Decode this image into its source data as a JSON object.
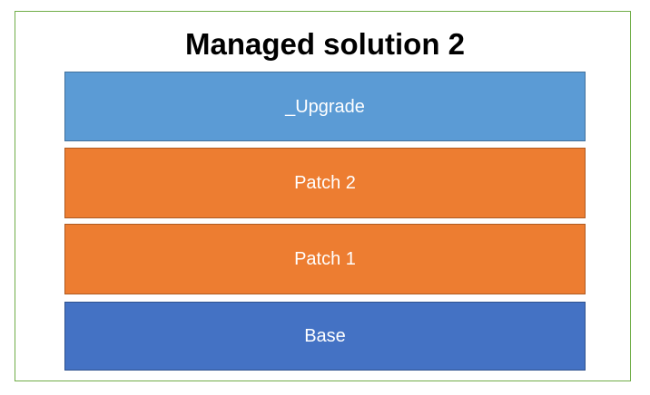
{
  "diagram": {
    "title": "Managed solution 2",
    "frame_color": "#70AD47",
    "background_color": "#ffffff",
    "label_text_color": "#ffffff",
    "layers": [
      {
        "id": "upgrade",
        "label": "_Upgrade",
        "fill": "#5B9BD5",
        "border": "#41719C"
      },
      {
        "id": "patch2",
        "label": "Patch 2",
        "fill": "#ED7D31",
        "border": "#AE5A21"
      },
      {
        "id": "patch1",
        "label": "Patch 1",
        "fill": "#ED7D31",
        "border": "#AE5A21"
      },
      {
        "id": "base",
        "label": "Base",
        "fill": "#4472C4",
        "border": "#2F528F"
      }
    ]
  }
}
